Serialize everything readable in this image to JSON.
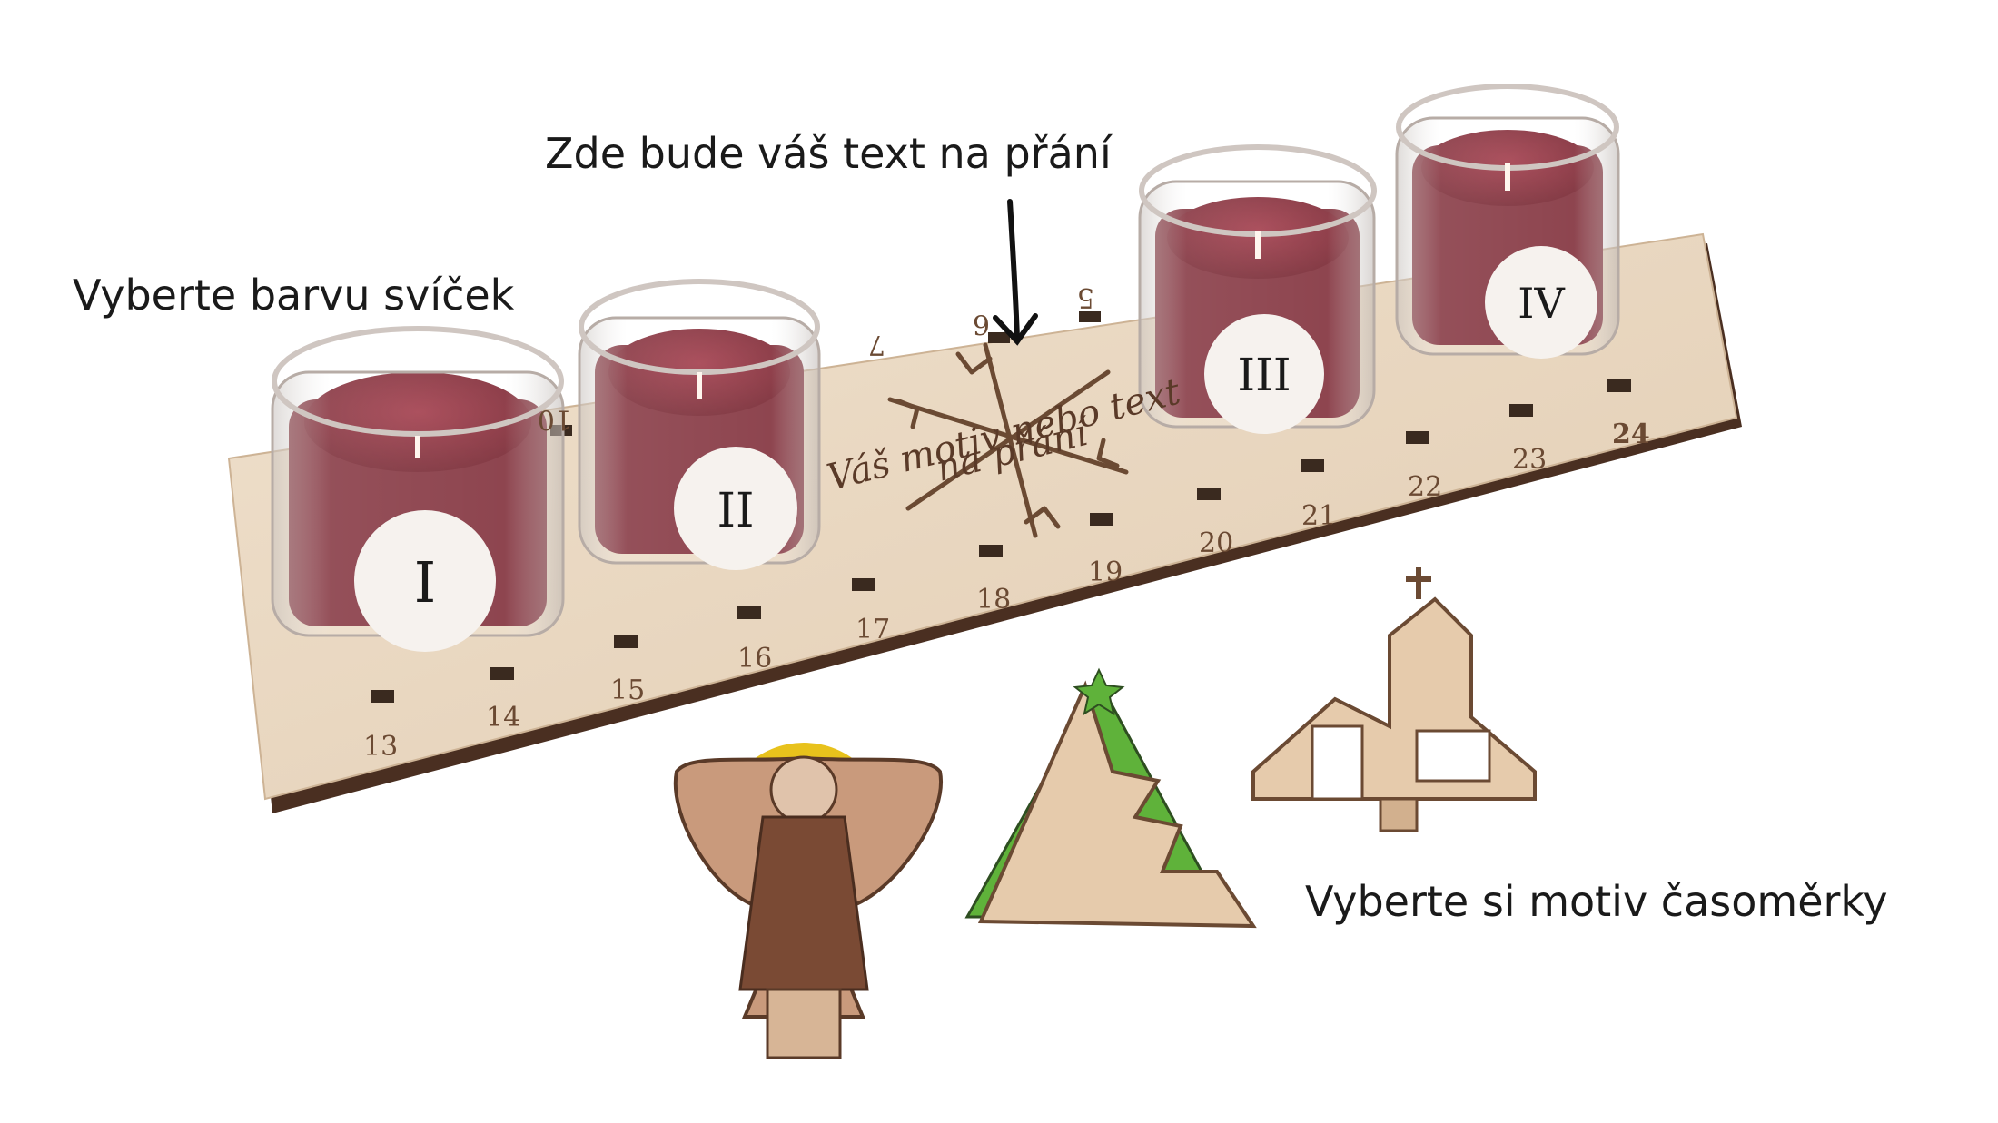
{
  "captions": {
    "wish_text": "Zde bude váš text na přání",
    "candle_color": "Vyberte barvu svíček",
    "timer_motif": "Vyberte si motiv časoměrky"
  },
  "board": {
    "engraving_line1": "Váš motiv nebo text",
    "engraving_line2": "na přání",
    "front_numbers": [
      "13",
      "14",
      "15",
      "16",
      "17",
      "18",
      "19",
      "20",
      "21",
      "22",
      "23",
      "24"
    ],
    "back_numbers": [
      "10",
      "7",
      "6",
      "5"
    ]
  },
  "candles": [
    {
      "label": "I"
    },
    {
      "label": "II"
    },
    {
      "label": "III"
    },
    {
      "label": "IV"
    }
  ],
  "motifs": [
    {
      "name": "angel"
    },
    {
      "name": "christmas-tree"
    },
    {
      "name": "church"
    }
  ],
  "colors": {
    "wood_light": "#ead7c0",
    "wood_edge": "#5a3a28",
    "wax": "#7d1e2c",
    "tree_green": "#5fb23a",
    "angel_yellow": "#e8c21c"
  }
}
